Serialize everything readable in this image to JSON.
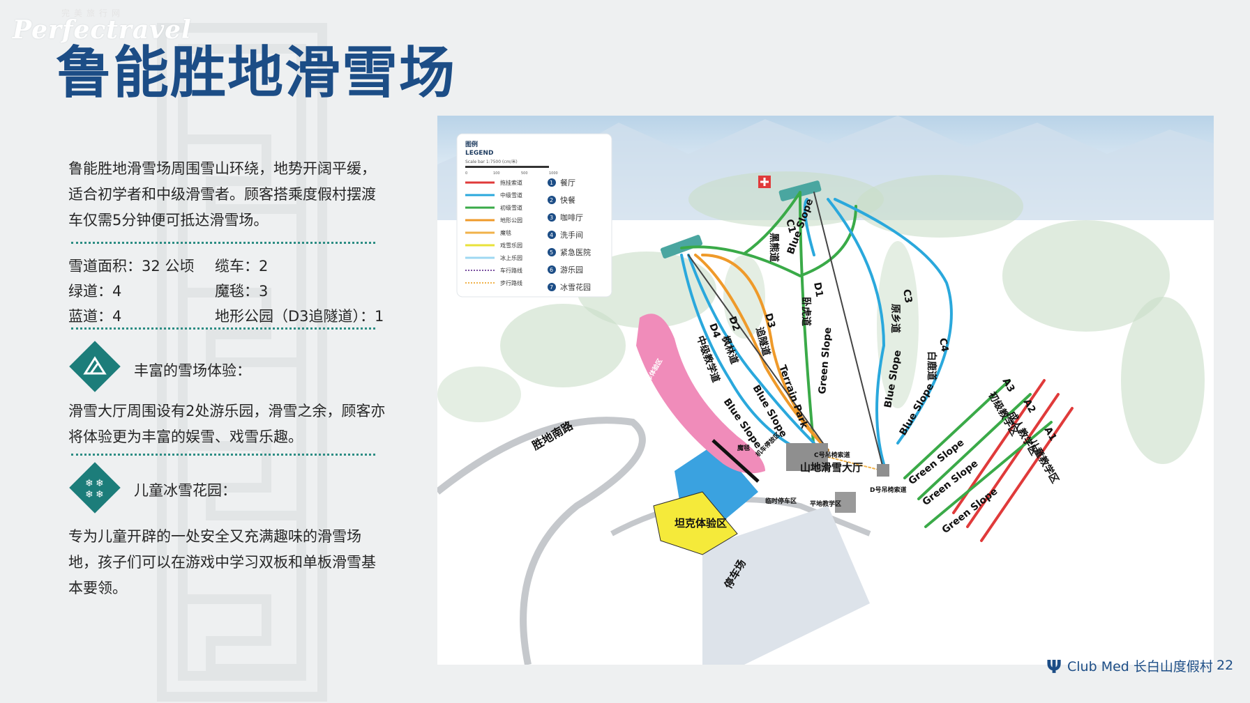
{
  "watermark": {
    "cn": "完美旅行网",
    "en": "Perfectravel"
  },
  "title": "鲁能胜地滑雪场",
  "intro": "鲁能胜地滑雪场周围雪山环绕，地势开阔平缓，适合初学者和中级滑雪者。顾客搭乘度假村摆渡车仅需5分钟便可抵达滑雪场。",
  "stats": {
    "area": "雪道面积：32 公顷",
    "lifts": "缆车：2",
    "green": "绿道：4",
    "carpet": "魔毯：3",
    "blue": "蓝道：4",
    "park": "地形公园（D3追隧道）：1"
  },
  "section1": {
    "heading": "丰富的雪场体验：",
    "text": "滑雪大厅周围设有2处游乐园，滑雪之余，顾客亦将体验更为丰富的娱雪、戏雪乐趣。"
  },
  "section2": {
    "heading": "儿童冰雪花园：",
    "text": "专为儿童开辟的一处安全又充满趣味的滑雪场地，孩子们可以在游戏中学习双板和单板滑雪基本要领。"
  },
  "legend": {
    "title_cn": "图例",
    "title_en": "LEGEND",
    "scale": "Scale bar 1:7500 (cm/米)",
    "scale_ticks": [
      "0",
      "100",
      "500",
      "1000"
    ],
    "lines": [
      {
        "label": "拖挂索道",
        "color": "#e03a3a"
      },
      {
        "label": "中级雪道",
        "color": "#2aa8dc"
      },
      {
        "label": "初级雪道",
        "color": "#3aaa48"
      },
      {
        "label": "地形公园",
        "color": "#ef9a2a"
      },
      {
        "label": "魔毯",
        "color": "#f0b24a"
      },
      {
        "label": "戏雪乐园",
        "color": "#e8e23a"
      },
      {
        "label": "冰上乐园",
        "color": "#9fd8f2"
      },
      {
        "label": "车行路线",
        "color": "#7a4fa0"
      },
      {
        "label": "步行路线",
        "color": "#f0b24a"
      }
    ],
    "points": [
      {
        "num": "1",
        "label": "餐厅"
      },
      {
        "num": "2",
        "label": "快餐"
      },
      {
        "num": "3",
        "label": "咖啡厅"
      },
      {
        "num": "4",
        "label": "洗手间"
      },
      {
        "num": "5",
        "label": "紧急医院"
      },
      {
        "num": "6",
        "label": "游乐园"
      },
      {
        "num": "7",
        "label": "冰雪花园"
      }
    ]
  },
  "map_labels": {
    "c1": "C1",
    "c1_cn": "黑熊道",
    "blue": "Blue Slope",
    "green": "Green Slope",
    "terrain": "Terrain Park",
    "d1": "D1",
    "d1_cn": "卧虎道",
    "d2": "D2",
    "d2_cn": "枫林道",
    "d3": "D3",
    "d3_cn": "追隧道",
    "d4": "D4",
    "d4_cn": "中级教学道",
    "c3": "C3",
    "c3_cn": "原乡道",
    "c4": "C4",
    "c4_cn": "白鹿道",
    "a3": "A3",
    "a3_cn": "初级教学区",
    "a2": "A2",
    "a2_cn": "成人教学区",
    "a1": "A1",
    "a1_cn": "儿童教学区",
    "road": "胜地南路",
    "hall": "山地滑雪大厅",
    "tank": "坦克体验区",
    "parking": "停车场",
    "snowmobile": "机车体验区",
    "carpet": "魔毯",
    "snowmobile_stop": "机车停放区",
    "c_lift": "C号吊椅索道",
    "d_lift": "D号吊椅索道",
    "temp_parking": "临时停车区",
    "flat_area": "平地教学区"
  },
  "footer": {
    "brand": "Club Med 长白山度假村",
    "page": "22"
  }
}
